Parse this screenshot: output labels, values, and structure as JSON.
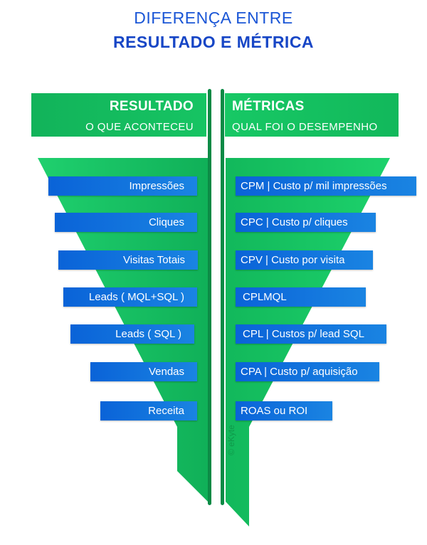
{
  "title": {
    "line1": "DIFERENÇA ENTRE",
    "line2": "RESULTADO E MÉTRICA"
  },
  "left_column": {
    "title": "RESULTADO",
    "subtitle": "O QUE ACONTECEU",
    "items": [
      "Impressões",
      "Cliques",
      "Visitas Totais",
      "Leads ( MQL+SQL )",
      "Leads ( SQL )",
      "Vendas",
      "Receita"
    ]
  },
  "right_column": {
    "title": "MÉTRICAS",
    "subtitle": "QUAL FOI O DESEMPENHO",
    "items": [
      "CPM | Custo p/ mil impressões",
      "CPC | Custo p/ cliques",
      "CPV |  Custo por visita",
      "CPLMQL",
      "CPL | Custos p/ lead SQL",
      "CPA | Custo p/ aquisição",
      "ROAS ou ROI"
    ]
  },
  "watermark": "© eKyte",
  "colors": {
    "title_blue": "#1a56d6",
    "funnel_green": "#17c062",
    "divider_green": "#0b8a45",
    "bar_blue": "#0a63d8"
  }
}
